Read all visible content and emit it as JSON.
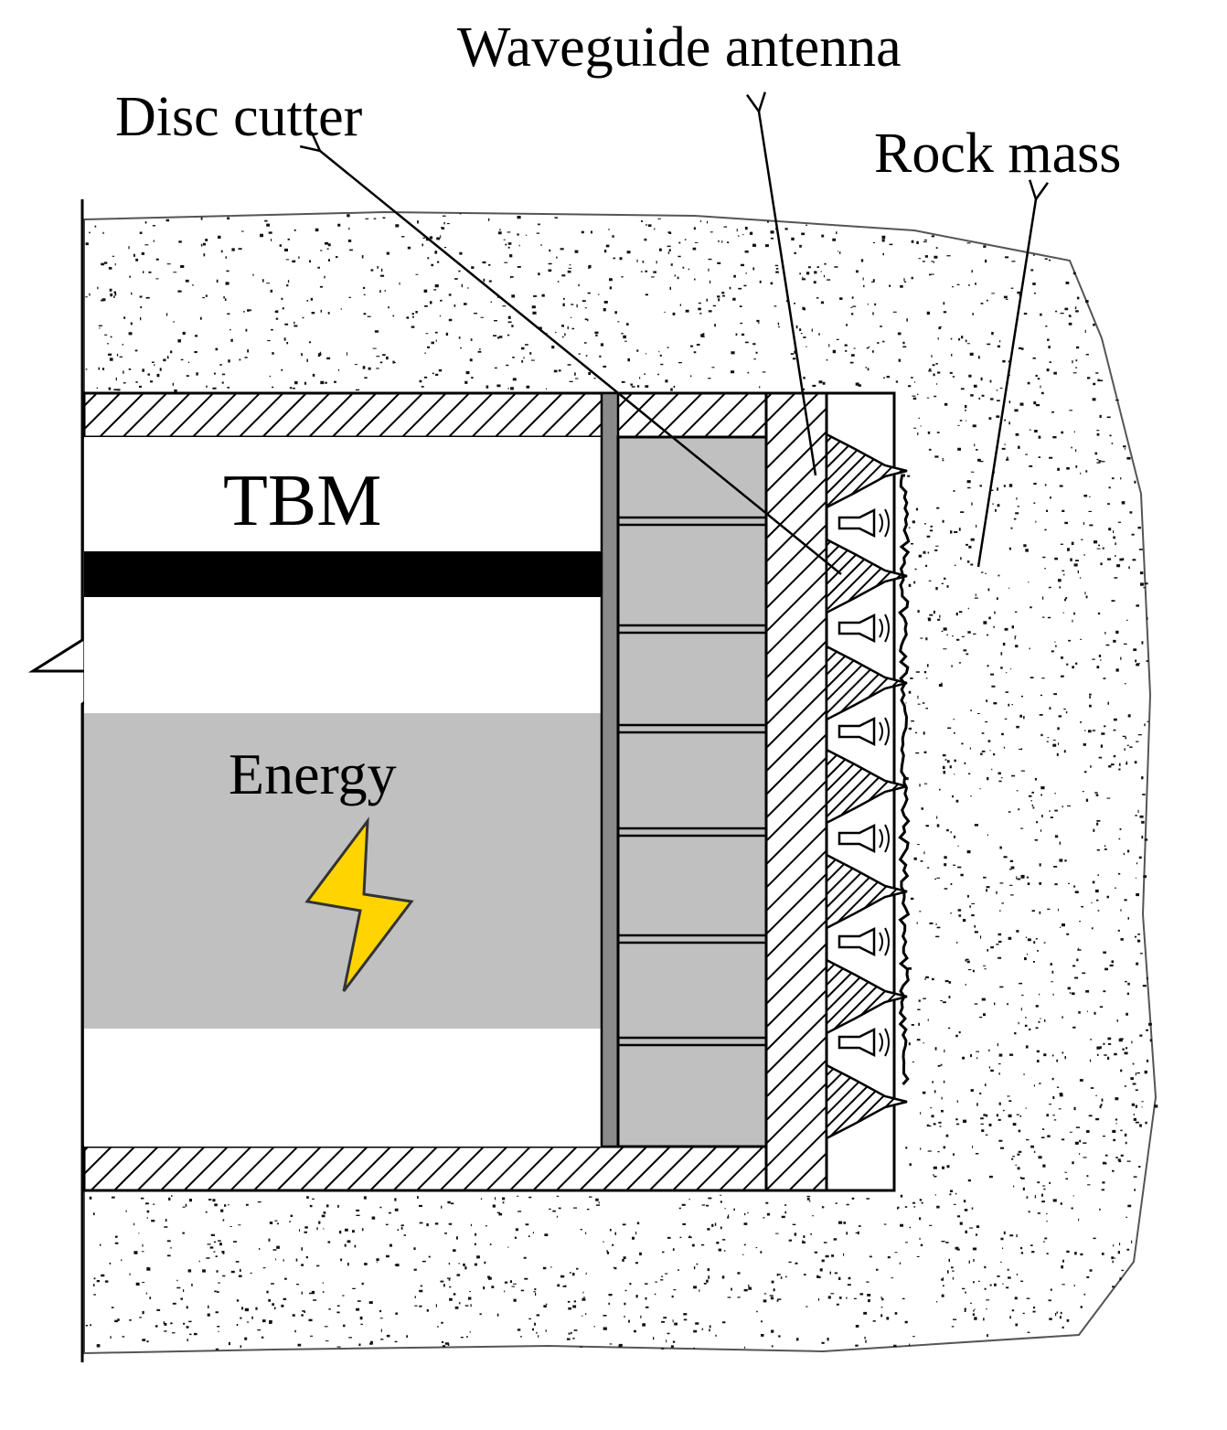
{
  "labels": {
    "waveguide_antenna": "Waveguide antenna",
    "disc_cutter": "Disc cutter",
    "rock_mass": "Rock mass",
    "tbm": "TBM",
    "energy": "Energy"
  },
  "colors": {
    "line": "#000000",
    "rock_speckle": "#111111",
    "cutterhead_fill": "#c0c0c0",
    "energy_band": "#c0c0c0",
    "lightning_fill": "#ffd400",
    "background": "#ffffff"
  },
  "icons": {
    "energy_symbol": "lightning-bolt-icon",
    "break_mark": "break-line-icon"
  }
}
